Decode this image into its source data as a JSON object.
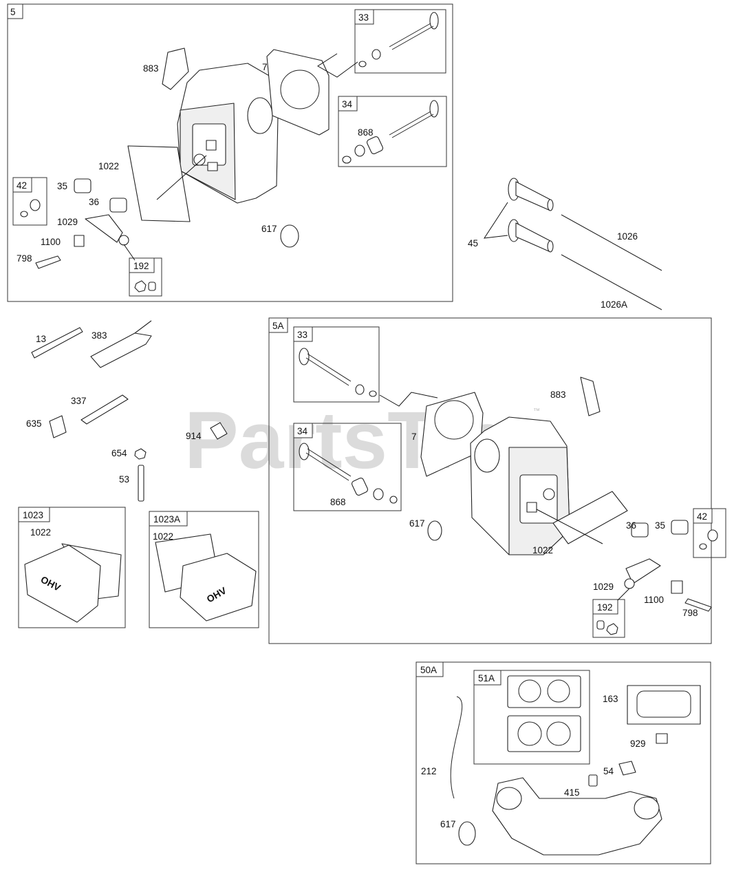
{
  "watermark": {
    "text": "PartsTree",
    "trademark": "™"
  },
  "assemblies": {
    "a5": "5",
    "a5A": "5A",
    "a1023": "1023",
    "a1023A": "1023A",
    "a50A": "50A"
  },
  "subkits": {
    "k33": "33",
    "k34": "34",
    "k42": "42",
    "k192": "192",
    "k33b": "33",
    "k34b": "34",
    "k42b": "42",
    "k192b": "192",
    "k51A": "51A"
  },
  "labels": {
    "l883a": "883",
    "l7a": "7",
    "l868a": "868",
    "l1022a": "1022",
    "l35a": "35",
    "l36a": "36",
    "l1029a": "1029",
    "l1100a": "1100",
    "l798a": "798",
    "l617a": "617",
    "l45": "45",
    "l1026": "1026",
    "l1026A": "1026A",
    "l13": "13",
    "l383": "383",
    "l337": "337",
    "l635": "635",
    "l914": "914",
    "l654": "654",
    "l53": "53",
    "l1022c": "1022",
    "l1022d": "1022",
    "l883b": "883",
    "l7b": "7",
    "l868b": "868",
    "l617b": "617",
    "l1022b": "1022",
    "l36b": "36",
    "l35b": "35",
    "l1029b": "1029",
    "l1100b": "1100",
    "l798b": "798",
    "l163": "163",
    "l929": "929",
    "l54": "54",
    "l415": "415",
    "l212": "212",
    "l617c": "617"
  },
  "cover_text": "OHV"
}
